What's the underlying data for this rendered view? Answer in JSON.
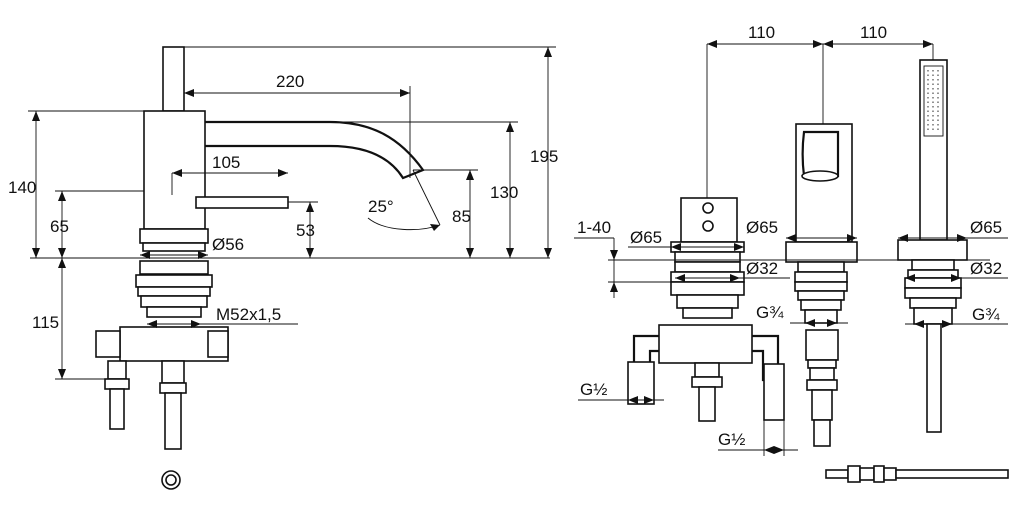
{
  "left_view": {
    "dims": {
      "height_total": "195",
      "spout_reach": "220",
      "spout_height": "130",
      "outlet_height": "85",
      "spout_angle": "25°",
      "lever_reach": "105",
      "lever_height": "53",
      "body_height": "140",
      "base_height": "65",
      "base_diameter": "Ø56",
      "below_deck": "115",
      "thread": "M52x1,5"
    }
  },
  "right_view": {
    "dims": {
      "spacing_1": "110",
      "spacing_2": "110",
      "deck_thickness": "1-40",
      "mixer_diameter": "Ø65",
      "spout_diameter": "Ø65",
      "shower_diameter": "Ø65",
      "mixer_bore": "Ø32",
      "shower_bore": "Ø32",
      "spout_connection": "G¾",
      "shower_connection": "G¾",
      "inlet_left": "G½",
      "inlet_right": "G½"
    }
  }
}
